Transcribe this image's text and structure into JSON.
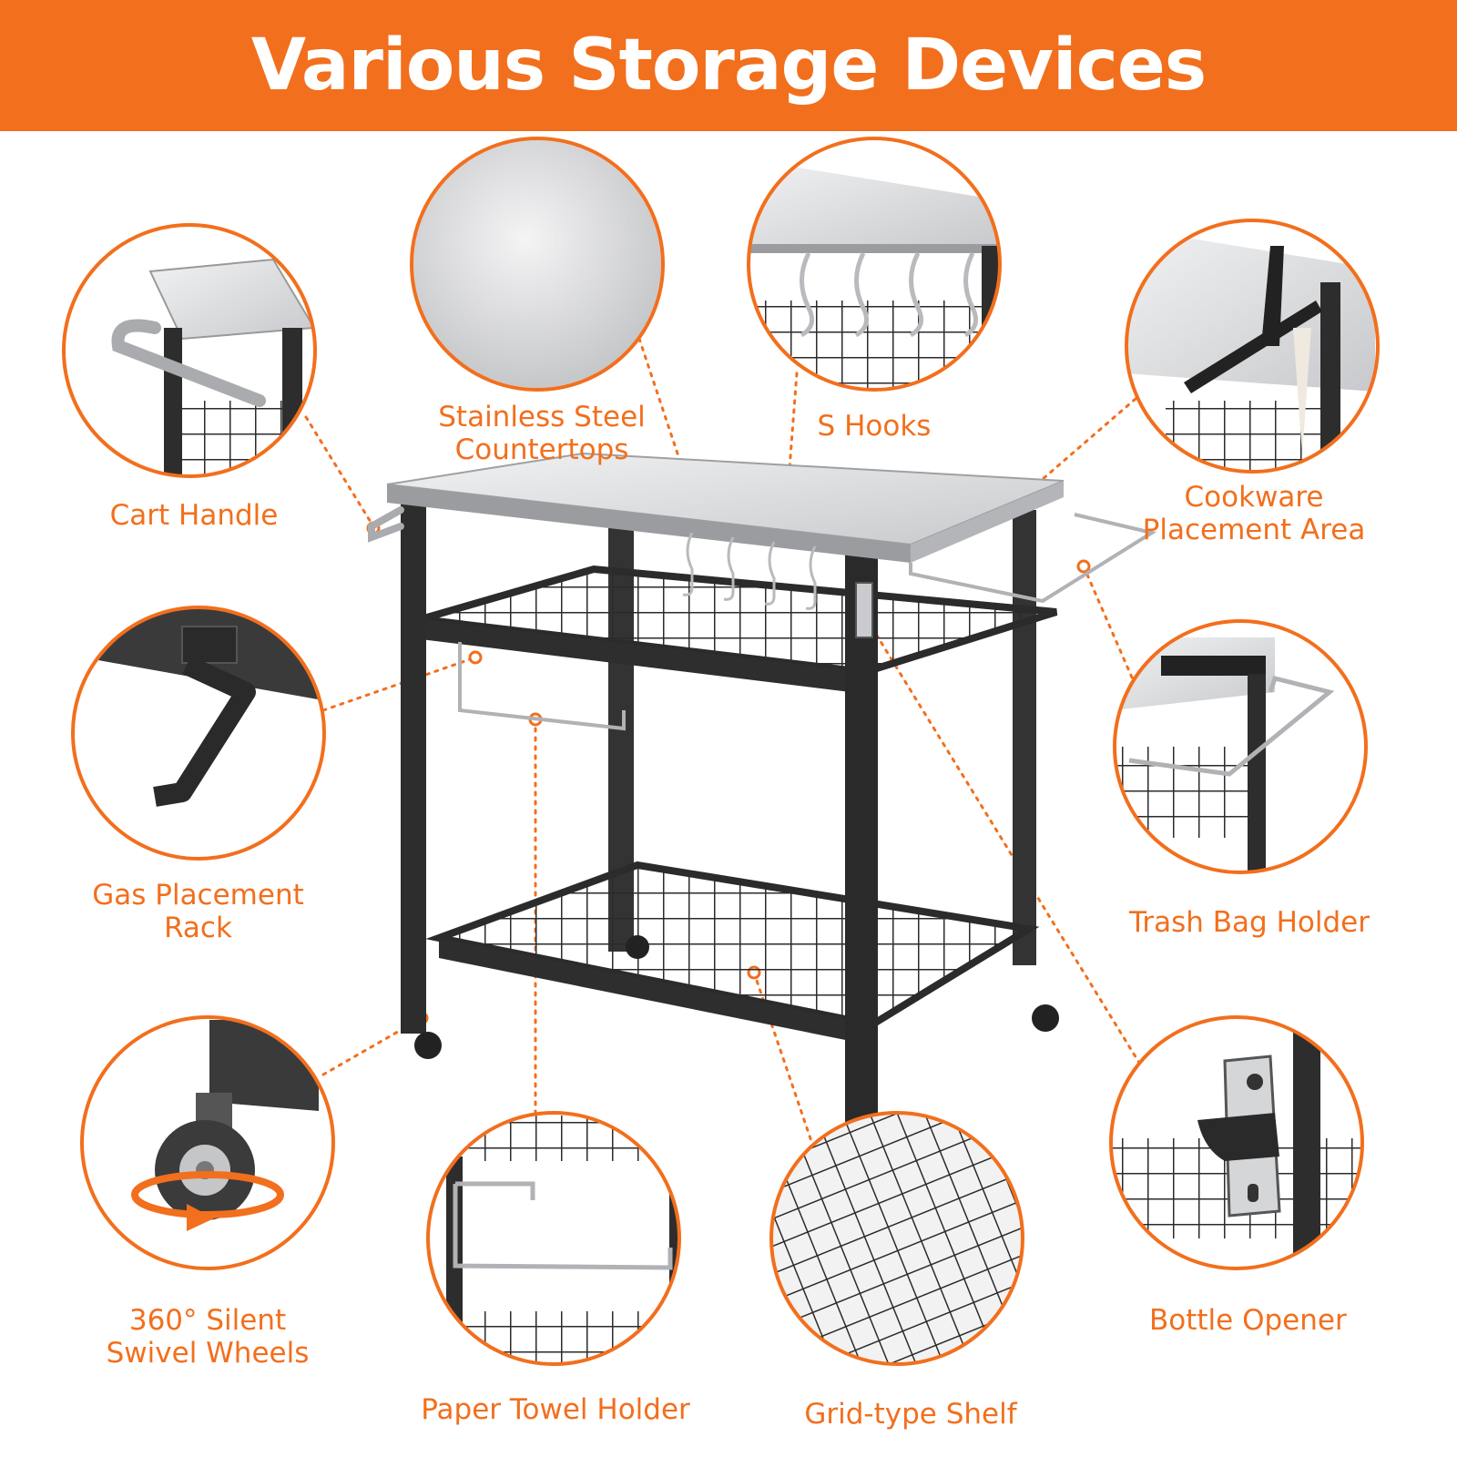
{
  "colors": {
    "accent": "#f26f1d",
    "frame": "#2b2b2b",
    "steel": "#d9dadc",
    "chrome": "#a9abae"
  },
  "banner": {
    "title": "Various Storage Devices"
  },
  "features": {
    "cart_handle": {
      "lines": [
        "Cart Handle"
      ]
    },
    "countertop": {
      "lines": [
        "Stainless Steel",
        "Countertops"
      ]
    },
    "s_hooks": {
      "lines": [
        "S Hooks"
      ]
    },
    "cookware": {
      "lines": [
        "Cookware",
        "Placement Area"
      ]
    },
    "gas_rack": {
      "lines": [
        "Gas Placement",
        "Rack"
      ]
    },
    "trash_bag": {
      "lines": [
        "Trash Bag Holder"
      ]
    },
    "wheels": {
      "lines": [
        "360° Silent",
        "Swivel Wheels"
      ]
    },
    "paper_towel": {
      "lines": [
        "Paper Towel Holder"
      ]
    },
    "grid_shelf": {
      "lines": [
        "Grid-type Shelf"
      ]
    },
    "bottle_opener": {
      "lines": [
        "Bottle Opener"
      ]
    }
  }
}
